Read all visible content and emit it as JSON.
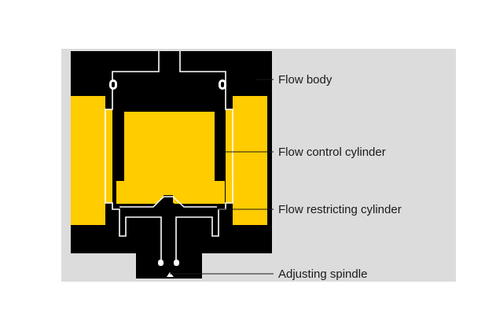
{
  "colors": {
    "panel": "#dcdcdc",
    "body": "#000000",
    "accent": "#ffcc00",
    "outline": "#ffffff",
    "text": "#1a1a1a"
  },
  "labels": {
    "flow_body": "Flow body",
    "flow_control_cylinder": "Flow control cylinder",
    "flow_restricting_cylinder": "Flow restricting cylinder",
    "adjusting_spindle": "Adjusting spindle"
  }
}
